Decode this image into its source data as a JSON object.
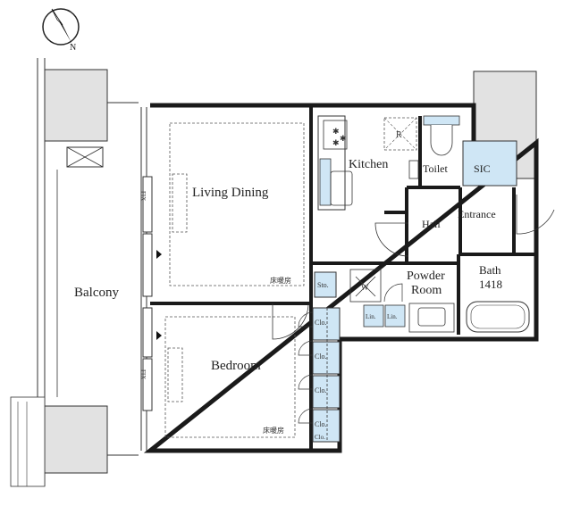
{
  "compass": {
    "north_label": "N"
  },
  "rooms": {
    "balcony": "Balcony",
    "living_dining": "Living Dining",
    "bedroom": "Bedroom",
    "kitchen": "Kitchen",
    "toilet": "Toilet",
    "sic": "SIC",
    "hall": "Hall",
    "entrance": "Entrance",
    "powder_room_1": "Powder",
    "powder_room_2": "Room",
    "bath_1": "Bath",
    "bath_2": "1418"
  },
  "fixtures": {
    "fix_upper": "FIX",
    "fix_lower": "FIX",
    "floor_heating_upper": "床暖房",
    "floor_heating_lower": "床暖房",
    "storage": "Sto.",
    "closets": [
      "Clo.",
      "Clo.",
      "Clo.",
      "Clo.",
      "Clo."
    ],
    "linen_1": "Lin.",
    "linen_2": "Lin.",
    "fridge": "R",
    "washer": "W"
  },
  "colors": {
    "wall": "#1a1a1a",
    "wall_gray": "#e2e2e2",
    "storage_blue": "#cfe6f5",
    "line": "#333333"
  }
}
